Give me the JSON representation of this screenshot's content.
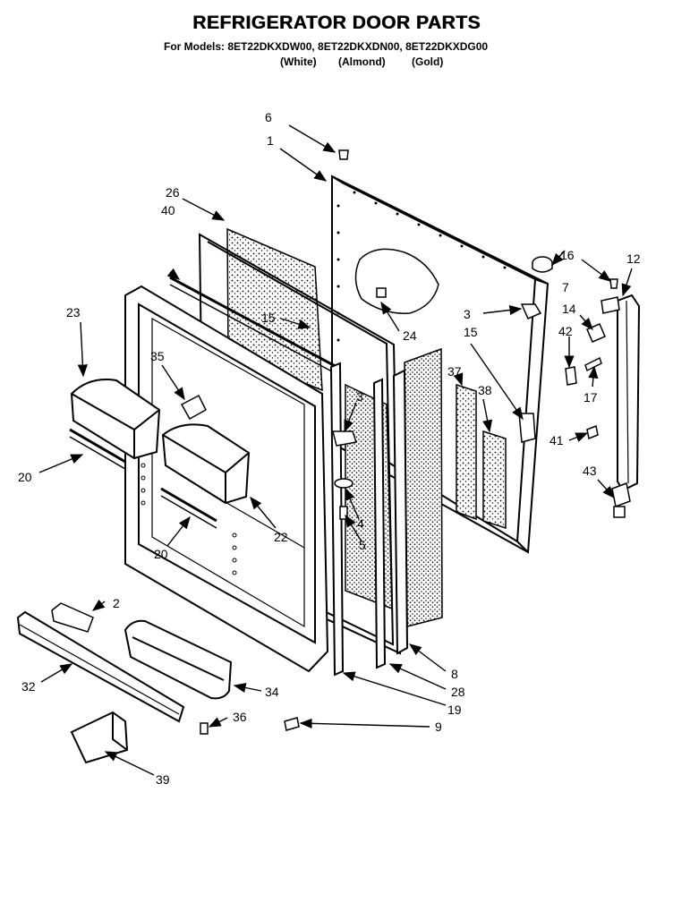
{
  "header": {
    "title": "REFRIGERATOR DOOR PARTS",
    "models_line": "For Models: 8ET22DKXDW00, 8ET22DKXDN00, 8ET22DKXDG00",
    "color_white": "(White)",
    "color_almond": "(Almond)",
    "color_gold": "(Gold)"
  },
  "callouts": {
    "c1": "1",
    "c2": "2",
    "c3a": "3",
    "c3b": "3",
    "c4": "4",
    "c5": "5",
    "c6": "6",
    "c7": "7",
    "c8": "8",
    "c9": "9",
    "c12": "12",
    "c14": "14",
    "c15a": "15",
    "c15b": "15",
    "c16": "16",
    "c17": "17",
    "c19": "19",
    "c20a": "20",
    "c20b": "20",
    "c22": "22",
    "c23": "23",
    "c24": "24",
    "c26": "26",
    "c28": "28",
    "c32": "32",
    "c34": "34",
    "c35": "35",
    "c36": "36",
    "c37": "37",
    "c38": "38",
    "c39": "39",
    "c40": "40",
    "c41": "41",
    "c42": "42",
    "c43": "43"
  }
}
